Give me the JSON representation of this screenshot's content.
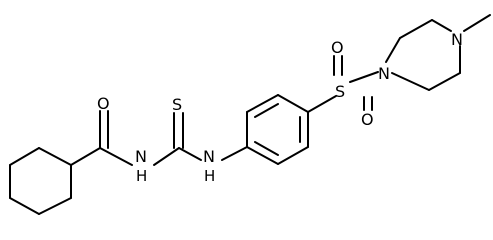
{
  "molecule": {
    "atoms": {
      "carbonyl_oxygen": "O",
      "amide_nitrogen": "N",
      "amide_hydrogen": "H",
      "thio_sulfur": "S",
      "thio_nitrogen": "N",
      "thio_hydrogen": "H",
      "sulfonyl_sulfur": "S",
      "sulfonyl_oxygen_top": "O",
      "sulfonyl_oxygen_bottom": "O",
      "piperazine_nitrogen_1": "N",
      "piperazine_nitrogen_4": "N"
    },
    "colors": {
      "bond": "#000000",
      "label": "#000000",
      "background": "#ffffff"
    }
  }
}
